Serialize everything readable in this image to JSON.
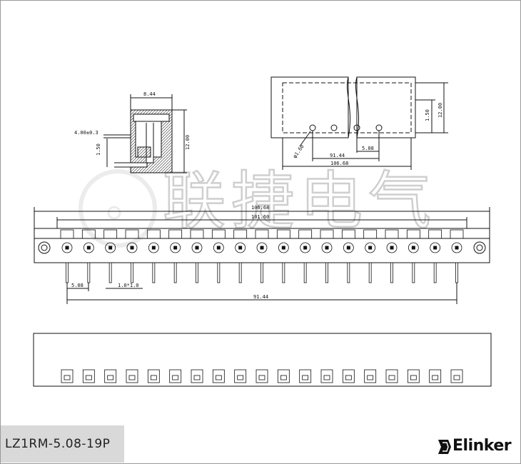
{
  "dims": {
    "top_width": "8.44",
    "pin_spec": "4.00±0.3",
    "pin_height": "1.50",
    "side_height": "12.00",
    "end_height": "1.50",
    "end_total_height": "12.00",
    "hole_dia": "φ1.60",
    "pitch_span": "91.44",
    "pitch": "5.08",
    "total_length": "106.68",
    "front_total": "106.68",
    "front_inner": "101.60",
    "front_pitch": "5.08",
    "front_pin": "1.0*1.0",
    "front_span": "91.44"
  },
  "watermark": "联捷电气",
  "part_number": "LZ1RM-5.08-19P",
  "brand": "Elinker"
}
